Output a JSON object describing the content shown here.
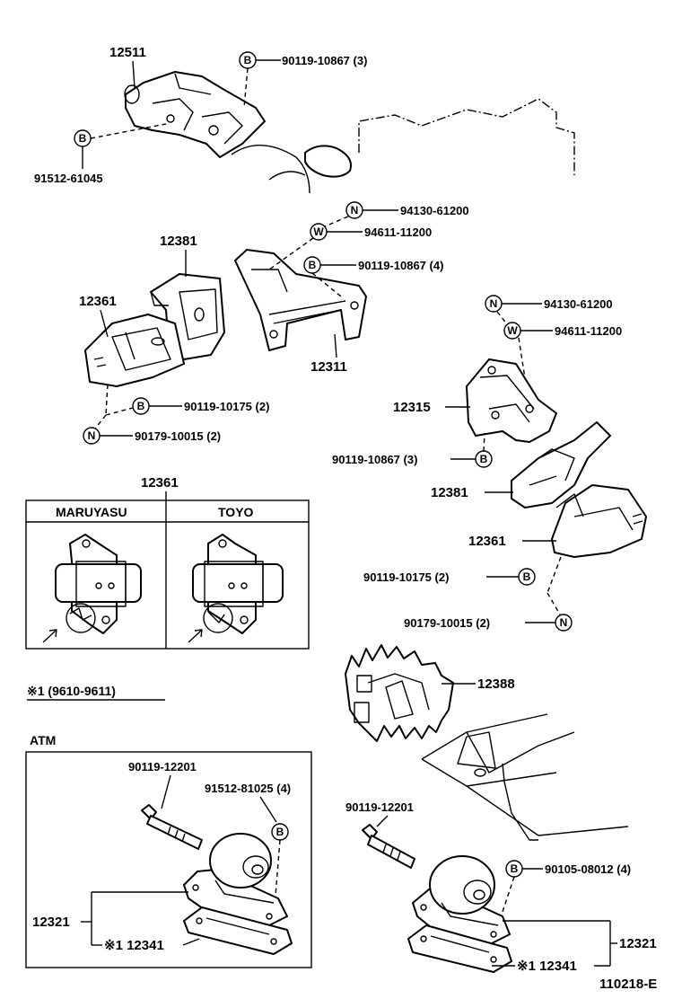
{
  "top_bracket": {
    "part": "12511",
    "bolt": "90119-10867 (3)",
    "bolt_symbol": "B",
    "bolt2": "91512-61045",
    "bolt2_symbol": "B"
  },
  "left_group": {
    "insulator_part": "12381",
    "mount_part": "12361",
    "bracket_part": "12311",
    "nut": "94130-61200",
    "nut_symbol": "N",
    "washer": "94611-11200",
    "washer_symbol": "W",
    "bracket_bolt": "90119-10867 (4)",
    "bracket_bolt_symbol": "B",
    "mount_bolt": "90119-10175 (2)",
    "mount_bolt_symbol": "B",
    "mount_nut": "90179-10015 (2)",
    "mount_nut_symbol": "N"
  },
  "right_group": {
    "nut": "94130-61200",
    "nut_symbol": "N",
    "washer": "94611-11200",
    "washer_symbol": "W",
    "bracket_part": "12315",
    "bracket_bolt": "90119-10867 (3)",
    "bracket_bolt_symbol": "B",
    "insulator_part": "12381",
    "mount_part": "12361",
    "mount_bolt": "90119-10175 (2)",
    "mount_bolt_symbol": "B",
    "mount_nut": "90179-10015 (2)",
    "mount_nut_symbol": "N"
  },
  "variant_table": {
    "part": "12361",
    "col1": "MARUYASU",
    "col2": "TOYO"
  },
  "note": "※1 (9610-9611)",
  "atm_box": {
    "label": "ATM",
    "bolt": "90119-12201",
    "bolt2": "91512-81025 (4)",
    "bolt2_symbol": "B",
    "mount_part": "12321",
    "plate_part": "※1 12341"
  },
  "rear_group": {
    "cover_part": "12388",
    "bolt": "90119-12201",
    "bolt2": "90105-08012 (4)",
    "bolt2_symbol": "B",
    "mount_part": "12321",
    "plate_part": "※1 12341"
  },
  "diagram_code": "110218-E"
}
